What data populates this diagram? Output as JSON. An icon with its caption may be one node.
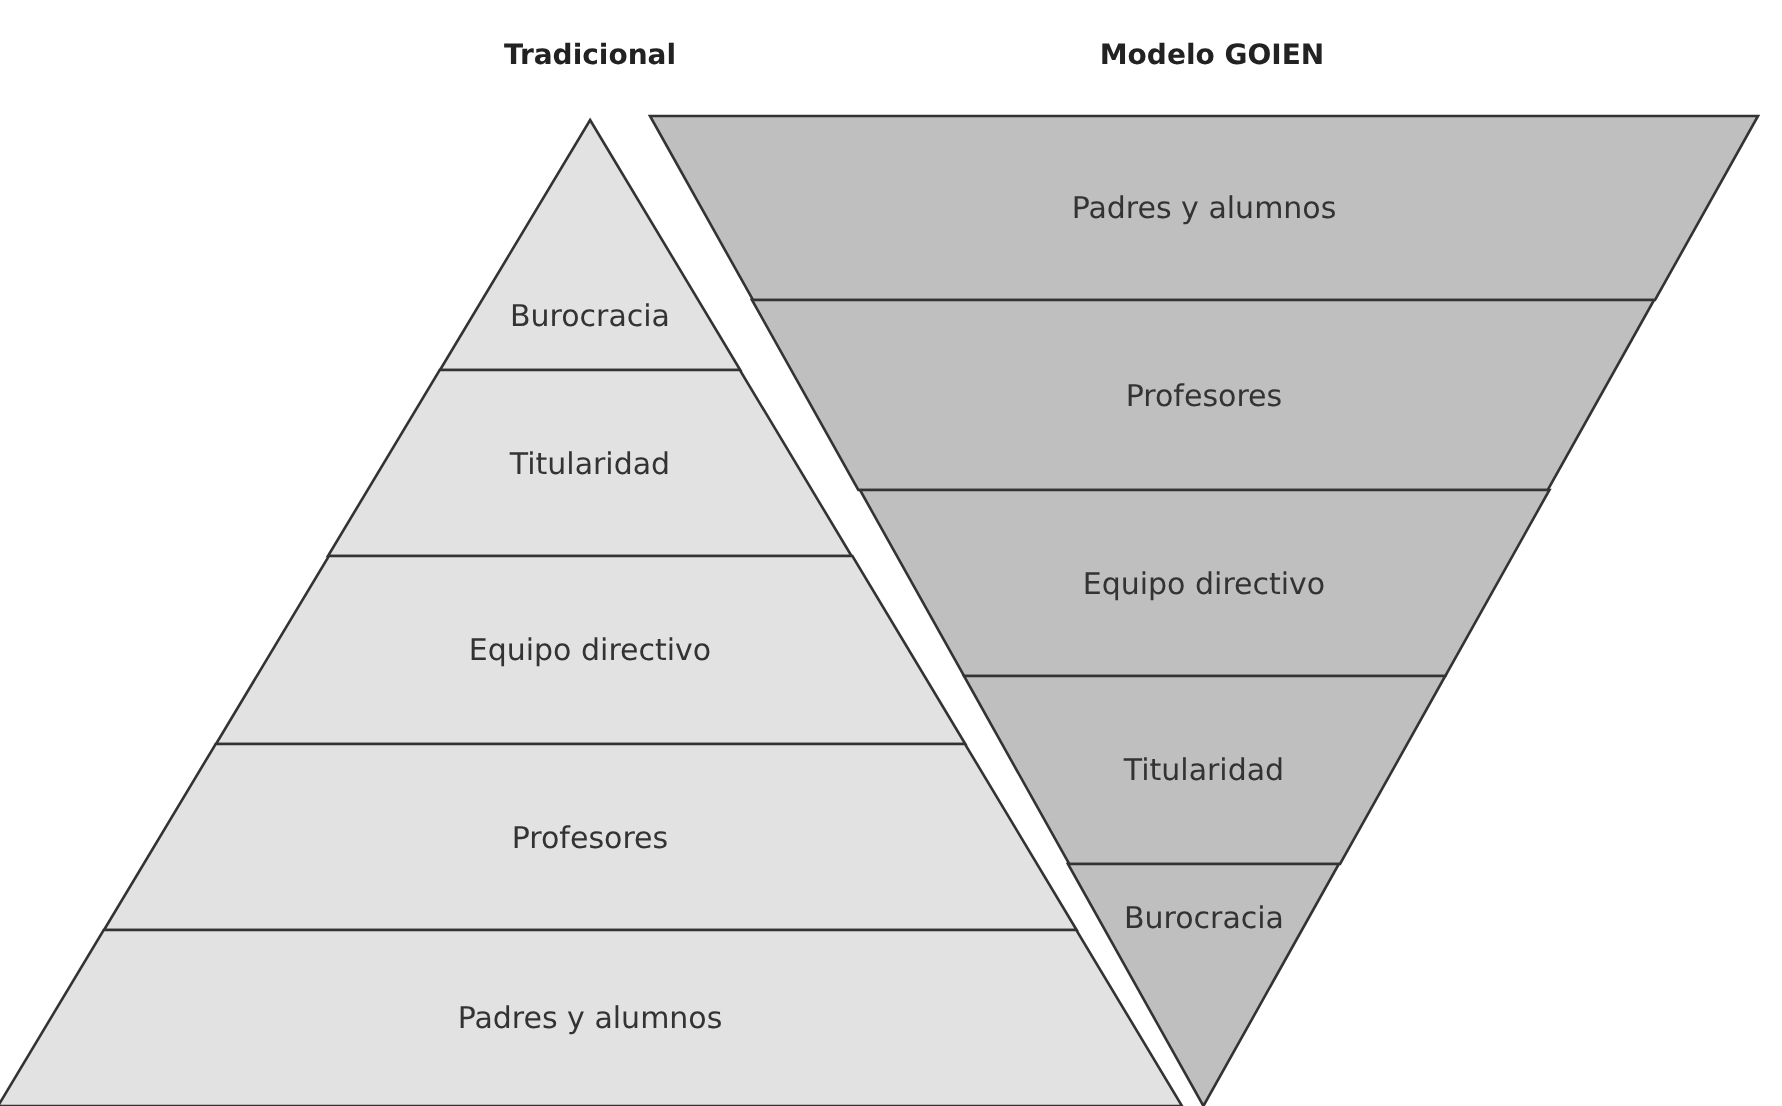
{
  "diagram": {
    "nodes": [
      {
        "text": [
          "Tradicional"
        ]
      },
      {
        "text": [
          "Burocracia"
        ],
        "in": 0
      },
      {
        "text": [
          "Titularidad"
        ],
        "in": 0
      },
      {
        "text": [
          "Equipo directivo"
        ],
        "in": 0
      },
      {
        "text": [
          "Profesores"
        ],
        "in": 0
      },
      {
        "text": [
          "Padres y alumnos"
        ],
        "in": 0
      },
      {
        "text": [
          "Modelo GOIEN"
        ]
      },
      {
        "text": [
          "Padres y alumnos"
        ],
        "in": 6
      },
      {
        "text": [
          "Profesores"
        ],
        "in": 6
      },
      {
        "text": [
          "Equipo directivo"
        ],
        "in": 6
      },
      {
        "text": [
          "Titularidad"
        ],
        "in": 6
      },
      {
        "text": [
          "Burocracia"
        ],
        "in": 6
      }
    ]
  }
}
